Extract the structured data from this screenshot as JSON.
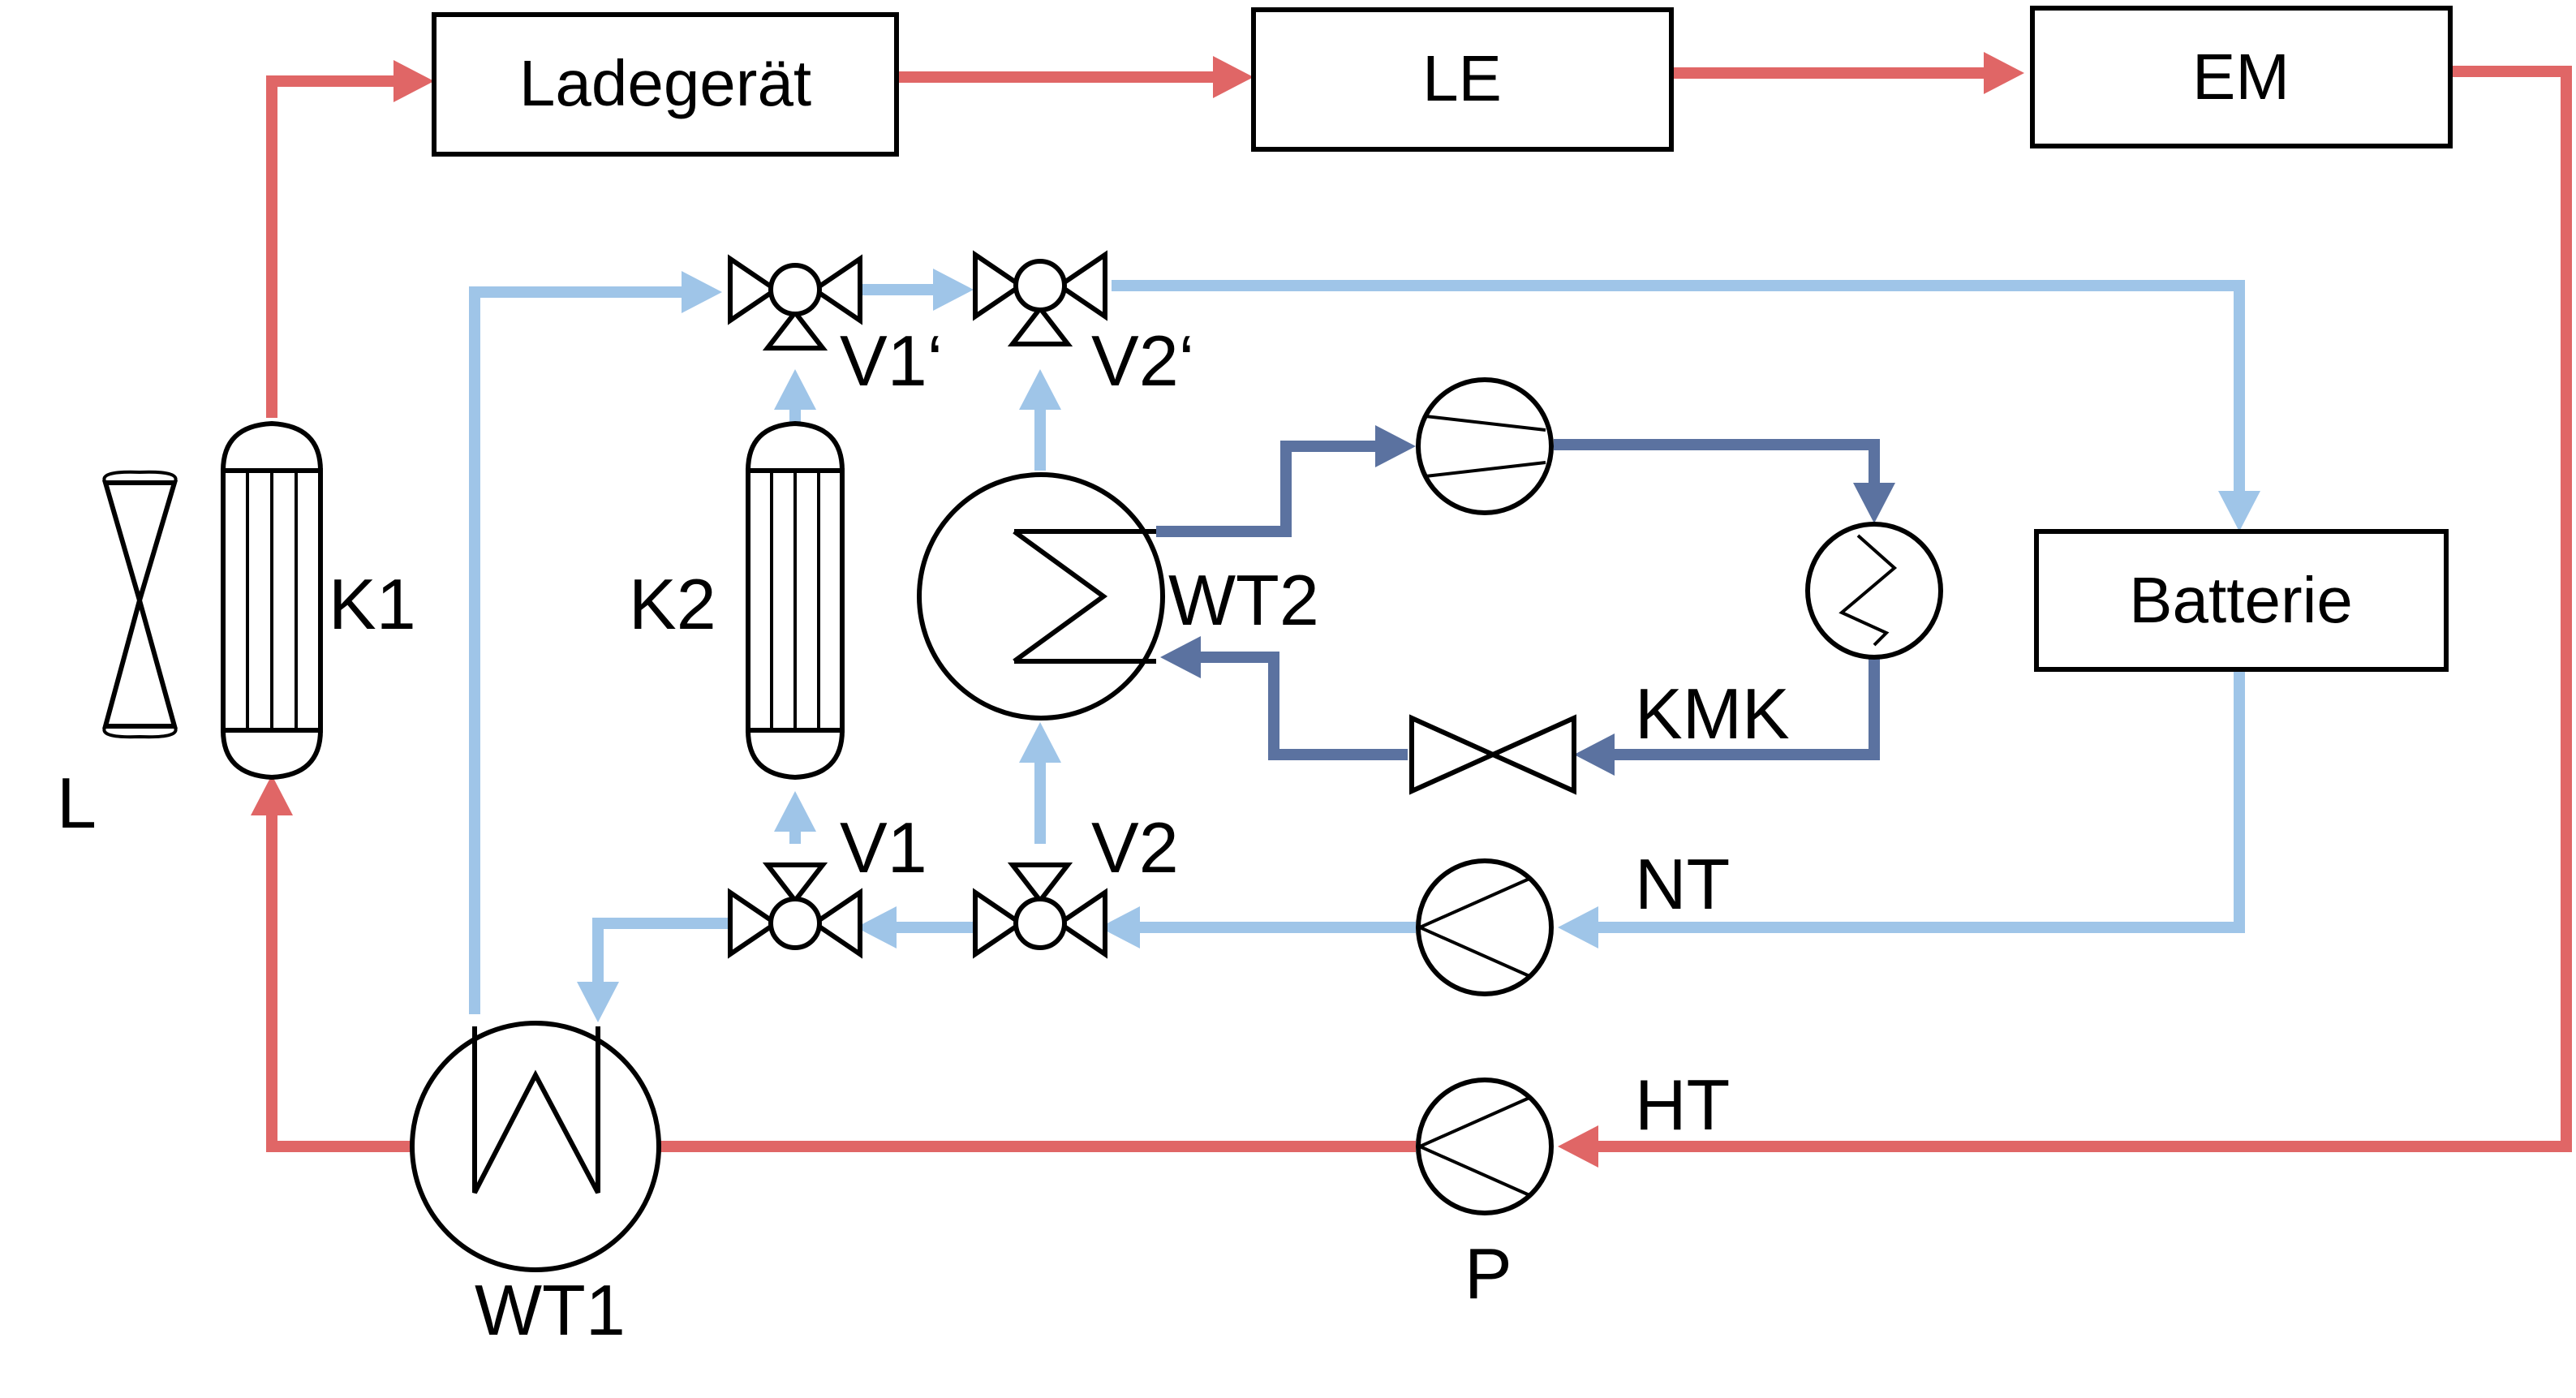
{
  "colors": {
    "ht_circuit": "#e06666",
    "nt_circuit": "#9fc5e8",
    "refrigerant_circuit": "#5b72a0"
  },
  "boxes": {
    "charger": "Ladegerät",
    "power_electronics": "LE",
    "electric_motor": "EM",
    "battery": "Batterie"
  },
  "labels": {
    "fan": "L",
    "radiator_1": "K1",
    "radiator_2": "K2",
    "heat_exchanger_1": "WT1",
    "heat_exchanger_2": "WT2",
    "valve_1": "V1",
    "valve_2": "V2",
    "valve_1_prime": "V1‘",
    "valve_2_prime": "V2‘",
    "refrigerant_circuit": "KMK",
    "low_temp_circuit": "NT",
    "high_temp_circuit": "HT",
    "pump": "P"
  }
}
